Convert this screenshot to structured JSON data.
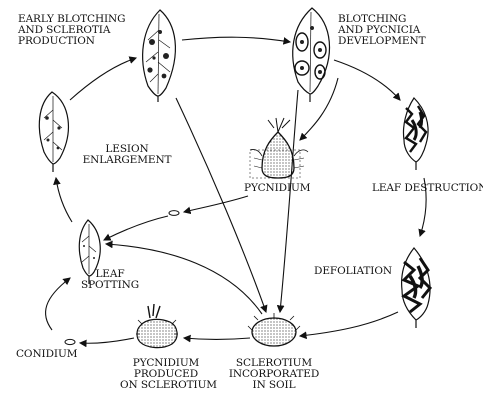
{
  "labels": {
    "early_blotching": [
      "EARLY BLOTCHING",
      "AND SCLEROTIA",
      "PRODUCTION"
    ],
    "blotching_pycnicia": [
      "BLOTCHING",
      "AND PYCNICIA",
      "DEVELOPMENT"
    ],
    "lesion_enlargement": [
      "LESION",
      "ENLARGEMENT"
    ],
    "pycnidium": "PYCNIDIUM",
    "leaf_destruction": "LEAF DESTRUCTION",
    "leaf_spotting": [
      "LEAF",
      "SPOTTING"
    ],
    "defoliation": "DEFOLIATION",
    "conidium": "CONIDIUM",
    "pycnidium_on_sclerotium": [
      "PYCNIDIUM",
      "PRODUCED",
      "ON SCLEROTIUM"
    ],
    "sclerotium_in_soil": [
      "SCLEROTIUM",
      "INCORPORATED",
      "IN SOIL"
    ]
  },
  "colors": {
    "ink": "#111111",
    "paper": "#ffffff"
  }
}
